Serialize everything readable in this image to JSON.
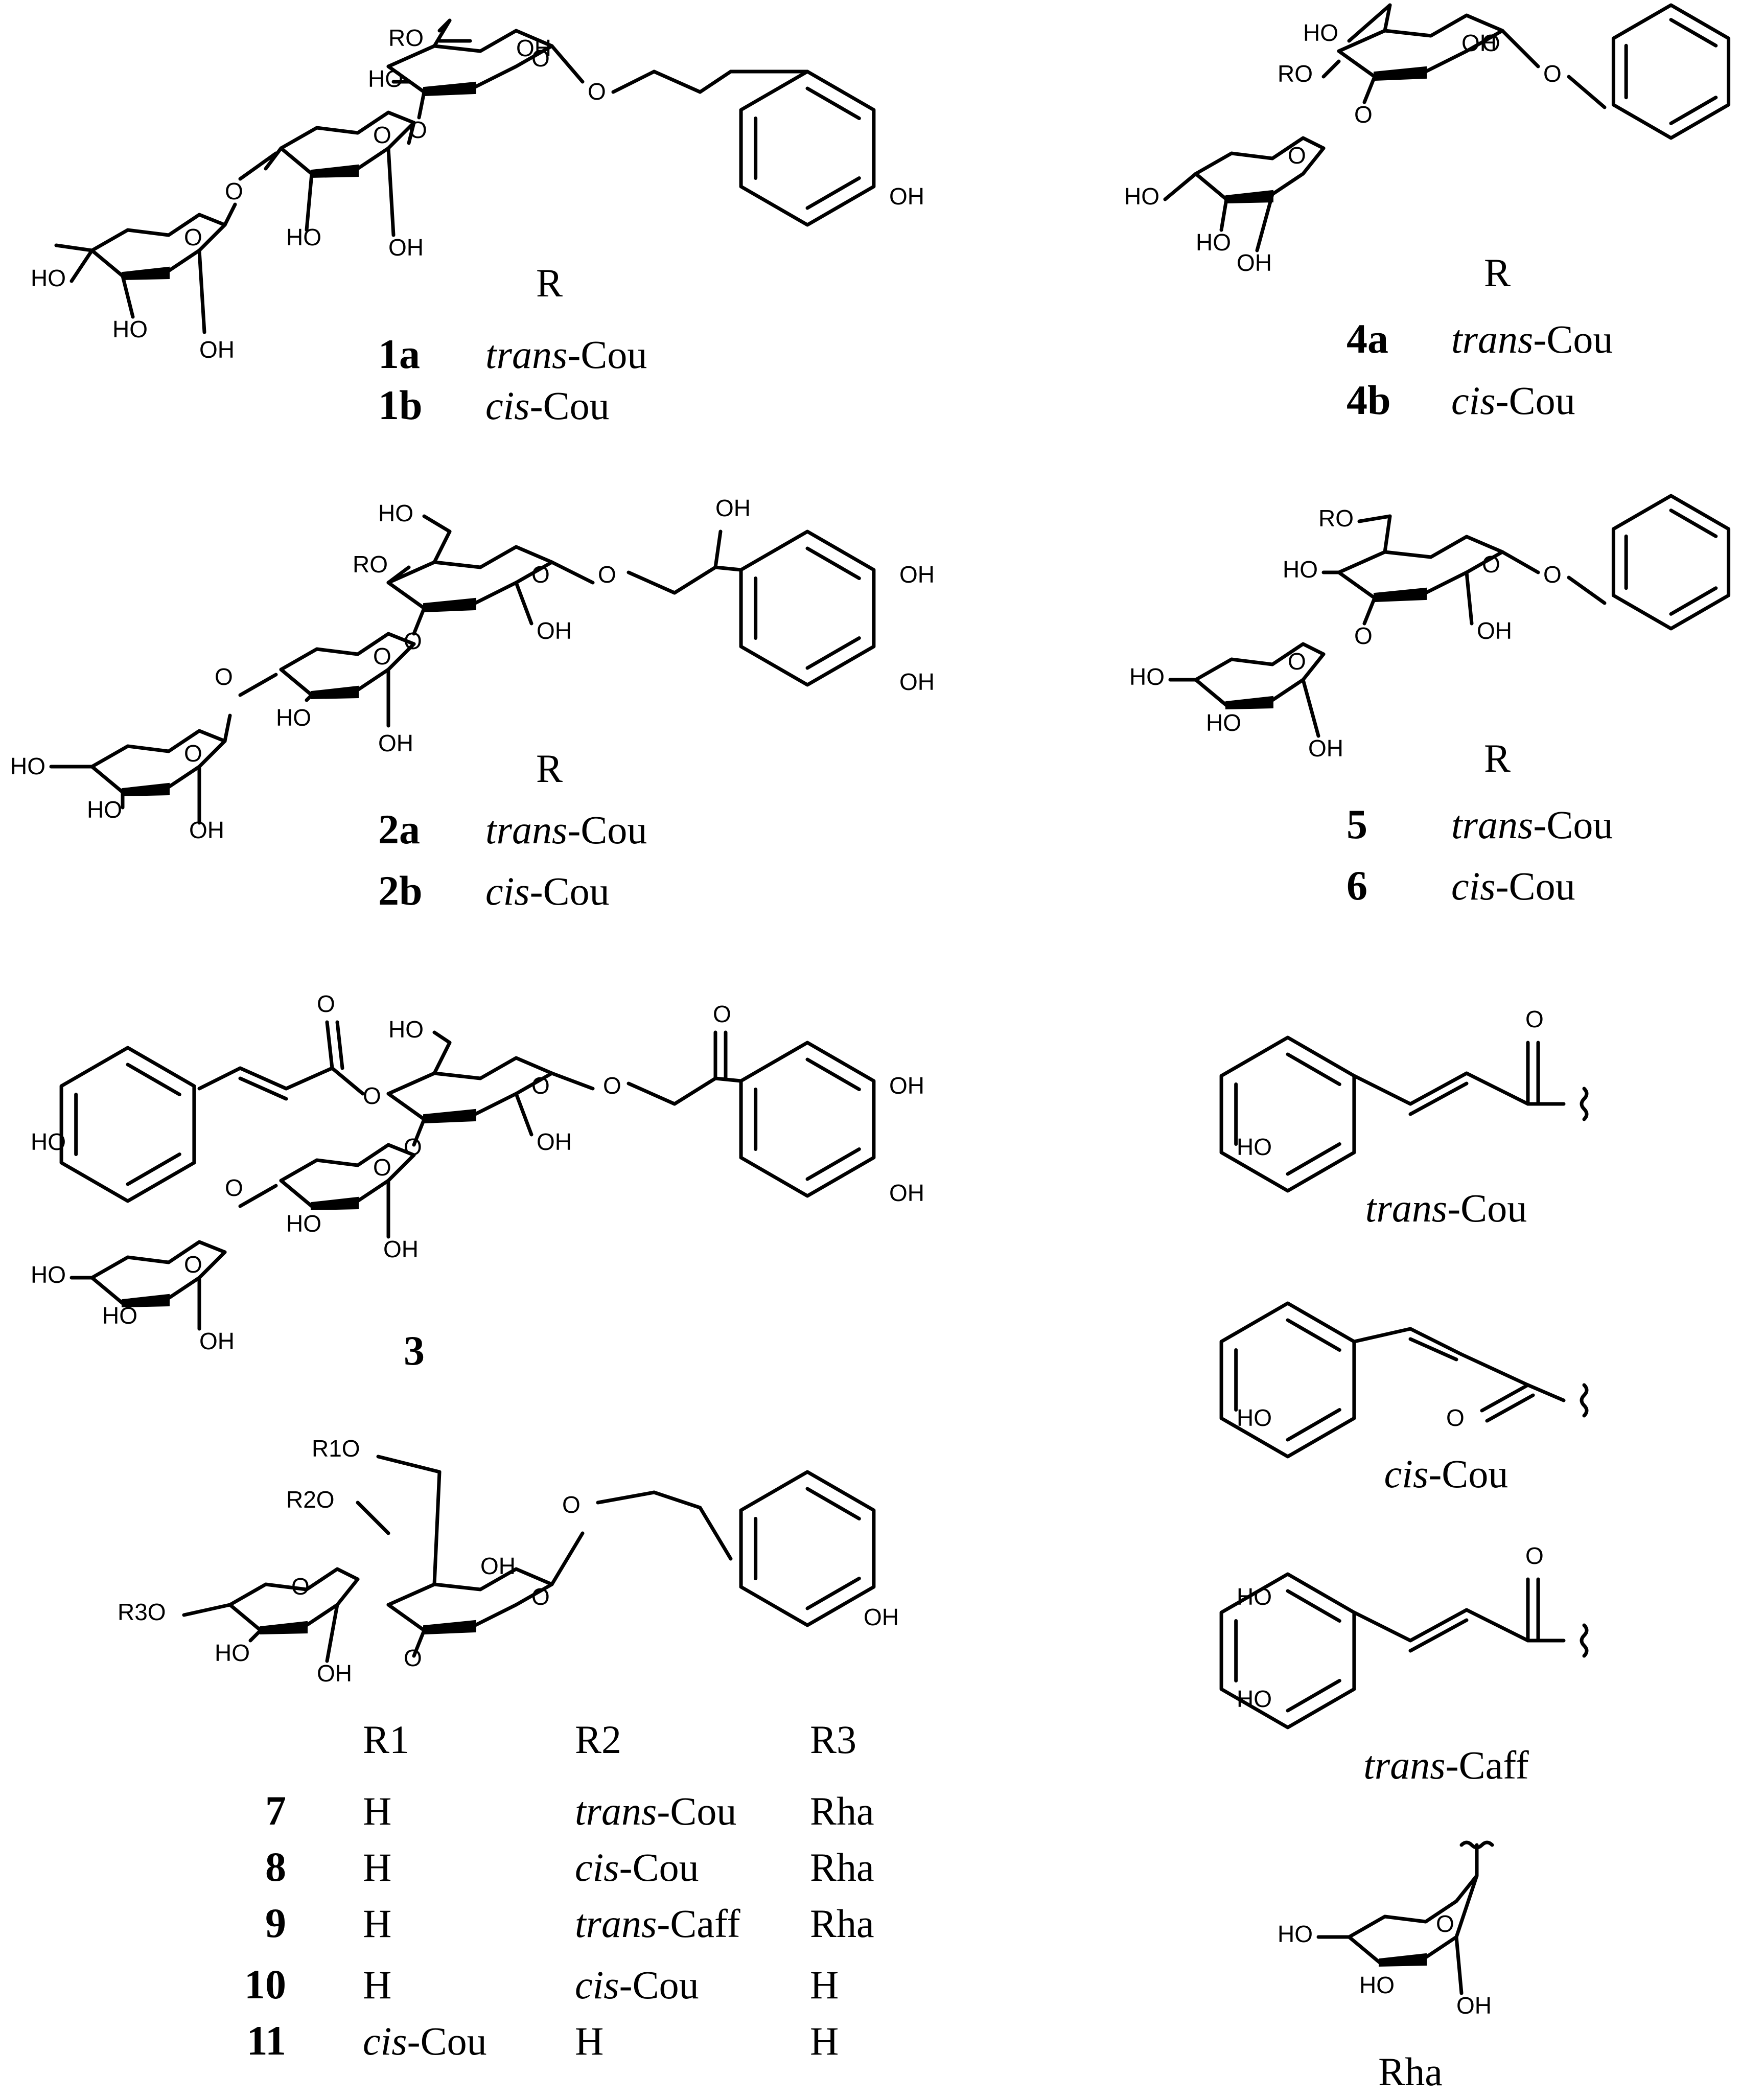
{
  "atoms": {
    "OH": "OH",
    "HO": "HO",
    "RO": "RO",
    "O": "O",
    "R1O": "R1O",
    "R2O": "R2O",
    "R3O": "R3O"
  },
  "compounds": [
    {
      "id": "1a",
      "substituent_prefix": "trans",
      "substituent_suffix": "-Cou"
    },
    {
      "id": "1b",
      "substituent_prefix": "cis",
      "substituent_suffix": "-Cou"
    },
    {
      "id": "2a",
      "substituent_prefix": "trans",
      "substituent_suffix": "-Cou"
    },
    {
      "id": "2b",
      "substituent_prefix": "cis",
      "substituent_suffix": "-Cou"
    },
    {
      "id": "3"
    },
    {
      "id": "4a",
      "substituent_prefix": "trans",
      "substituent_suffix": "-Cou"
    },
    {
      "id": "4b",
      "substituent_prefix": "cis",
      "substituent_suffix": "-Cou"
    },
    {
      "id": "5",
      "substituent_prefix": "trans",
      "substituent_suffix": "-Cou"
    },
    {
      "id": "6",
      "substituent_prefix": "cis",
      "substituent_suffix": "-Cou"
    }
  ],
  "r_header": "R",
  "table": {
    "headers": [
      "R1",
      "R2",
      "R3"
    ],
    "rows": [
      {
        "id": "7",
        "r1": "H",
        "r2_prefix": "trans",
        "r2_suffix": "-Cou",
        "r3": "Rha"
      },
      {
        "id": "8",
        "r1": "H",
        "r2_prefix": "cis",
        "r2_suffix": "-Cou",
        "r3": "Rha"
      },
      {
        "id": "9",
        "r1": "H",
        "r2_prefix": "trans",
        "r2_suffix": "-Caff",
        "r3": "Rha"
      },
      {
        "id": "10",
        "r1": "H",
        "r2_prefix": "cis",
        "r2_suffix": "-Cou",
        "r3": "H"
      },
      {
        "id": "11",
        "r1_prefix": "cis",
        "r1_suffix": "-Cou",
        "r2": "H",
        "r3": "H"
      }
    ]
  },
  "substituents": [
    {
      "prefix": "trans",
      "suffix": "-Cou"
    },
    {
      "prefix": "cis",
      "suffix": "-Cou"
    },
    {
      "prefix": "trans",
      "suffix": "-Caff"
    },
    {
      "name": "Rha"
    }
  ]
}
